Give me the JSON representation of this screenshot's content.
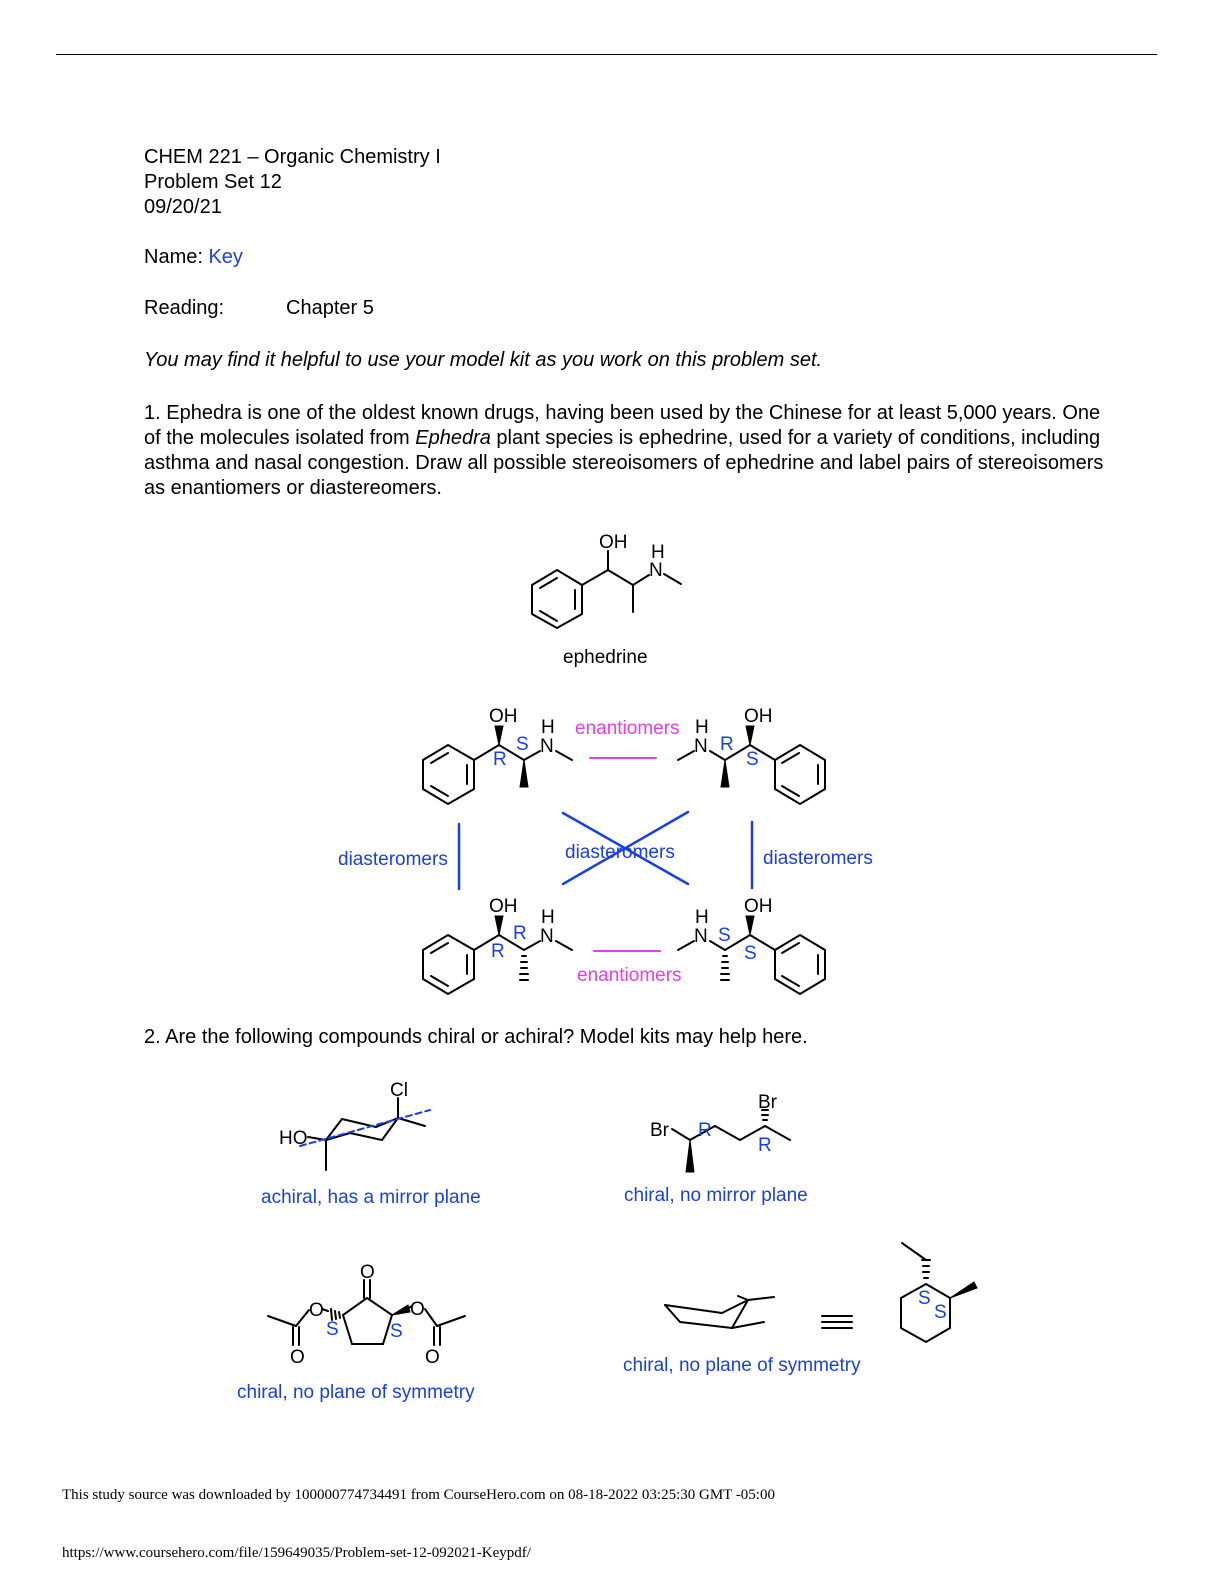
{
  "header": {
    "course": "CHEM 221 – Organic Chemistry I",
    "problem_set": "Problem Set 12",
    "date": "09/20/21",
    "name_label": "Name:",
    "name_value": "Key",
    "reading_label": "Reading:",
    "reading_value": "Chapter 5",
    "note": "You may find it helpful to use your model kit as you work on this problem set."
  },
  "q1": {
    "text_before": "1. Ephedra is one of the oldest known drugs, having been used by the Chinese for at least 5,000 years. One of the molecules isolated from ",
    "text_italic": "Ephedra",
    "text_after": " plant species is ephedrine, used for a variety of conditions, including asthma and nasal congestion. Draw all possible stereoisomers of ephedrine and label pairs of stereoisomers as enantiomers or diastereomers.",
    "molecule_caption": "ephedrine",
    "atoms": {
      "oh": "OH",
      "h": "H",
      "n": "N"
    },
    "rel_enantiomers": "enantiomers",
    "rel_diasteromers": "diasteromers",
    "config": {
      "tl_a": "R",
      "tl_b": "S",
      "tr_a": "R",
      "tr_b": "S",
      "bl_a": "R",
      "bl_b": "R",
      "br_a": "S",
      "br_b": "S"
    }
  },
  "q2": {
    "text": "2. Are the following compounds chiral or achiral?  Model kits may help here.",
    "atoms": {
      "cl": "Cl",
      "ho": "HO",
      "br": "Br",
      "o": "O"
    },
    "labels": {
      "r": "R",
      "s": "S"
    },
    "answers": {
      "a": "achiral, has a mirror plane",
      "b": "chiral, no mirror plane",
      "c": "chiral, no plane of symmetry",
      "d": "chiral, no plane of symmetry"
    }
  },
  "footer": {
    "source": "This study source was downloaded by 100000774734491 from CourseHero.com on 08-18-2022 03:25:30 GMT -05:00",
    "url": "https://www.coursehero.com/file/159649035/Problem-set-12-092021-Keypdf/"
  },
  "colors": {
    "blue": "#1a3fe0",
    "magenta": "#e83ce8"
  }
}
